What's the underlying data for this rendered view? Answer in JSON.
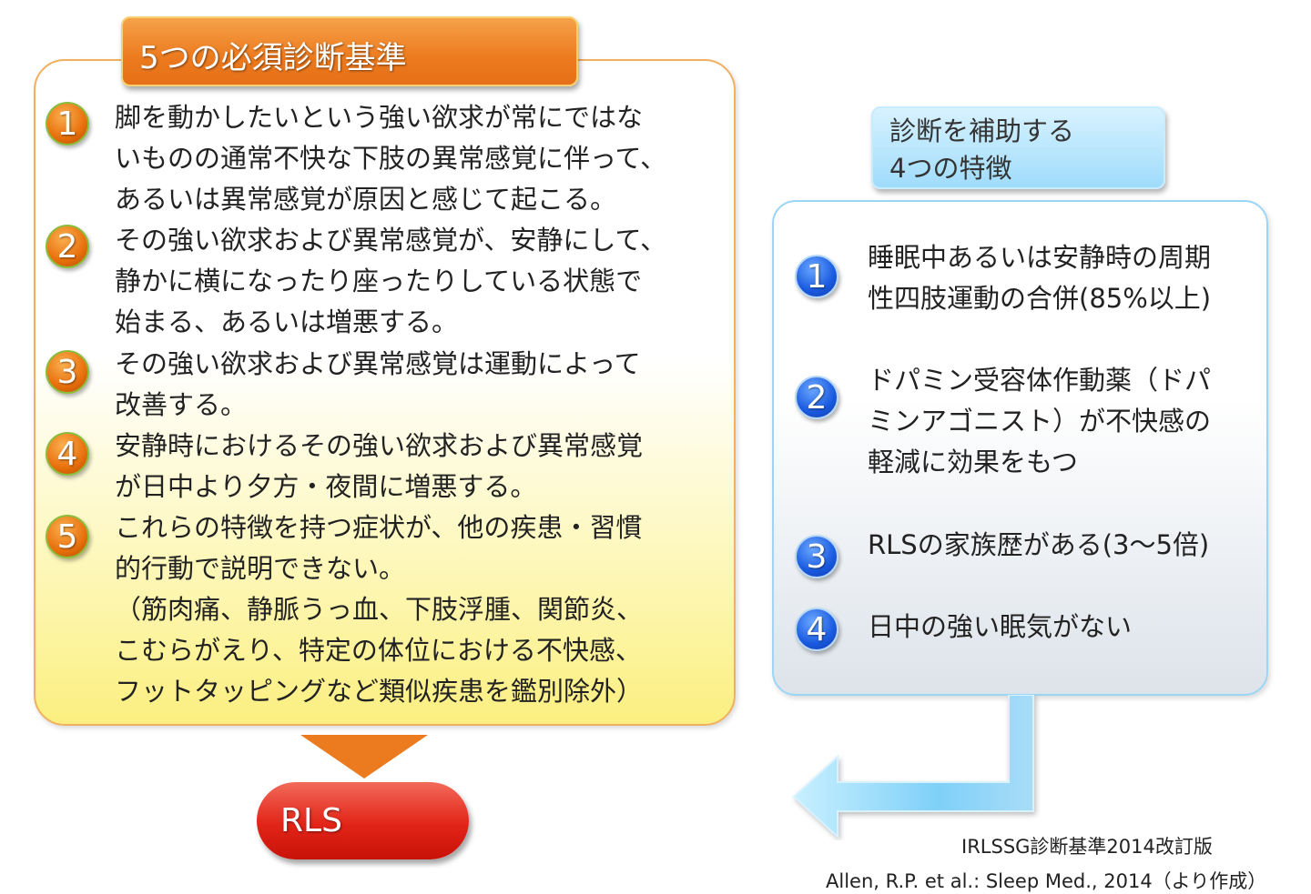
{
  "left": {
    "title": "5つの必須診断基準",
    "items": [
      {
        "num": "1",
        "lines": [
          "脚を動かしたいという強い欲求が常にではな",
          "いものの通常不快な下肢の異常感覚に伴って、",
          "あるいは異常感覚が原因と感じて起こる。"
        ]
      },
      {
        "num": "2",
        "lines": [
          "その強い欲求および異常感覚が、安静にして、",
          "静かに横になったり座ったりしている状態で",
          "始まる、あるいは増悪する。"
        ]
      },
      {
        "num": "3",
        "lines": [
          "その強い欲求および異常感覚は運動によって",
          "改善する。"
        ]
      },
      {
        "num": "4",
        "lines": [
          "安静時におけるその強い欲求および異常感覚",
          "が日中より夕方・夜間に増悪する。"
        ]
      },
      {
        "num": "5",
        "lines": [
          "これらの特徴を持つ症状が、他の疾患・習慣",
          "的行動で説明できない。",
          "（筋肉痛、静脈うっ血、下肢浮腫、関節炎、",
          "こむらがえり、特定の体位における不快感、",
          "フットタッピングなど類似疾患を鑑別除外）"
        ]
      }
    ]
  },
  "right": {
    "title_lines": [
      "診断を補助する",
      "4つの特徴"
    ],
    "items": [
      {
        "num": "1",
        "lines": [
          "睡眠中あるいは安静時の周期",
          "性四肢運動の合併(85%以上)"
        ]
      },
      {
        "num": "2",
        "lines": [
          "ドパミン受容体作動薬（ドパ",
          "ミンアゴニスト）が不快感の",
          "軽減に効果をもつ"
        ]
      },
      {
        "num": "3",
        "lines": [
          "RLSの家族歴がある(3〜5倍)"
        ]
      },
      {
        "num": "4",
        "lines": [
          "日中の強い眠気がない"
        ]
      }
    ]
  },
  "result": "RLS",
  "citation": {
    "line1": "IRLSSG診断基準2014改訂版",
    "line2": "Allen, R.P. et al.: Sleep Med., 2014（より作成）"
  },
  "colors": {
    "orange": "#ec7a1e",
    "blue": "#1a5ae0",
    "red": "#e22418",
    "light_blue": "#9fdcfb"
  }
}
